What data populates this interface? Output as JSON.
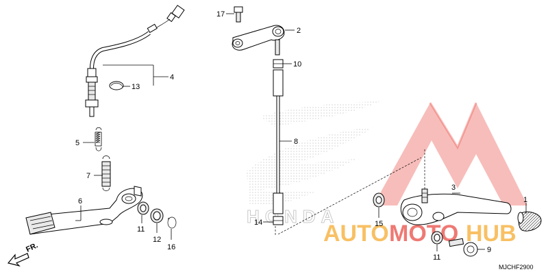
{
  "callouts": {
    "c1": "1",
    "c2": "2",
    "c3": "3",
    "c4": "4",
    "c5": "5",
    "c6": "6",
    "c7": "7",
    "c8": "8",
    "c9": "9",
    "c10": "10",
    "c11a": "11",
    "c11b": "11",
    "c12": "12",
    "c13": "13",
    "c14": "14",
    "c15": "15",
    "c16": "16",
    "c17": "17"
  },
  "front_arrow_label": "FR.",
  "diagram_code": "MJCHF2900",
  "watermark": {
    "text_auto": "AUTO",
    "text_moto": "MOTO",
    "text_hub": "HUB"
  },
  "colors": {
    "watermark_red": "#e8413a",
    "watermark_orange": "#f6a623",
    "line": "#000000"
  }
}
